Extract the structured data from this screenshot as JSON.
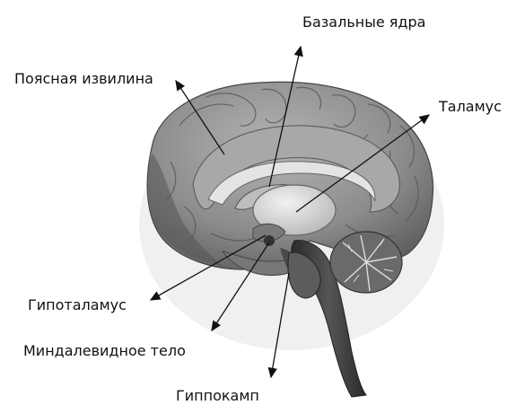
{
  "diagram": {
    "labels": {
      "basal_ganglia": "Базальные ядра",
      "cingulate_gyrus": "Поясная извилина",
      "thalamus": "Таламус",
      "hypothalamus": "Гипоталамус",
      "amygdala": "Миндалевидное тело",
      "hippocampus": "Гиппокамп"
    },
    "colors": {
      "cortex": "#8a8a8a",
      "cortex_dark": "#5e5e5e",
      "limbic_light": "#d9d9d9",
      "brainstem": "#3c3c3c",
      "cerebellum": "#6a6a6a",
      "arrow": "#111111"
    }
  }
}
